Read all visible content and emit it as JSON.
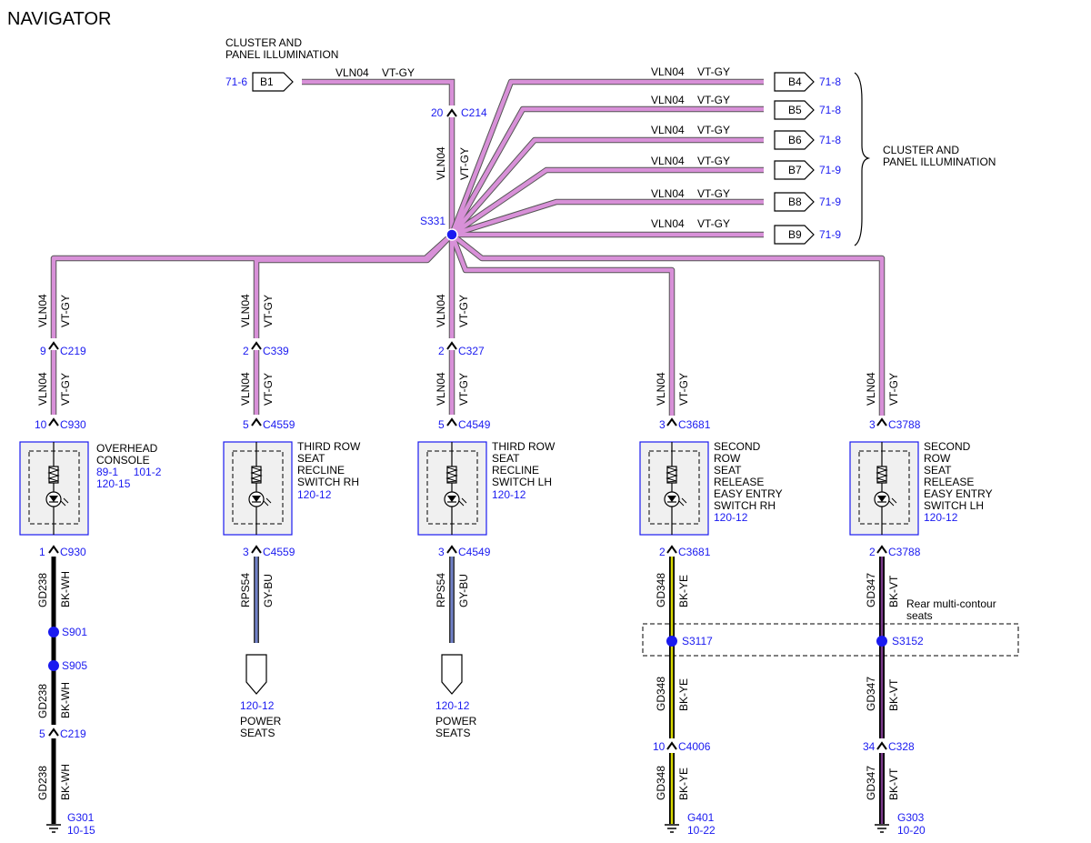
{
  "title": "NAVIGATOR",
  "top_input": {
    "page_ref": "71-6",
    "connector": "B1",
    "label_line1": "CLUSTER AND",
    "label_line2": "PANEL ILLUMINATION",
    "circuit": "VLN04",
    "color": "VT-GY"
  },
  "c214": {
    "pin": "20",
    "name": "C214",
    "circuit": "VLN04",
    "color": "VT-GY"
  },
  "splice_s331": "S331",
  "cluster_bracket_line1": "CLUSTER AND",
  "cluster_bracket_line2": "PANEL ILLUMINATION",
  "outputs": [
    {
      "connector": "B4",
      "page_ref": "71-8",
      "circuit": "VLN04",
      "color": "VT-GY"
    },
    {
      "connector": "B5",
      "page_ref": "71-8",
      "circuit": "VLN04",
      "color": "VT-GY"
    },
    {
      "connector": "B6",
      "page_ref": "71-8",
      "circuit": "VLN04",
      "color": "VT-GY"
    },
    {
      "connector": "B7",
      "page_ref": "71-9",
      "circuit": "VLN04",
      "color": "VT-GY"
    },
    {
      "connector": "B8",
      "page_ref": "71-9",
      "circuit": "VLN04",
      "color": "VT-GY"
    },
    {
      "connector": "B9",
      "page_ref": "71-9",
      "circuit": "VLN04",
      "color": "VT-GY"
    }
  ],
  "branches": [
    {
      "wire1": {
        "circuit": "VLN04",
        "color": "VT-GY"
      },
      "conn1": {
        "pin": "9",
        "name": "C219"
      },
      "wire2": {
        "circuit": "VLN04",
        "color": "VT-GY"
      },
      "conn2": {
        "pin": "10",
        "name": "C930"
      },
      "component": {
        "line1": "OVERHEAD",
        "line2": "CONSOLE",
        "line3": "",
        "line4": "",
        "line5": "",
        "ref1": "89-1     101-2",
        "ref2": "120-15"
      },
      "conn3": {
        "pin": "1",
        "name": "C930"
      },
      "wire3": {
        "circuit": "GD238",
        "color": "BK-WH"
      },
      "splice_a": "S901",
      "splice_b": "S905",
      "wire4": {
        "circuit": "GD238",
        "color": "BK-WH"
      },
      "conn4": {
        "pin": "5",
        "name": "C219"
      },
      "wire5": {
        "circuit": "GD238",
        "color": "BK-WH"
      },
      "ground": {
        "name": "G301",
        "page_ref": "10-15"
      }
    },
    {
      "wire1": {
        "circuit": "VLN04",
        "color": "VT-GY"
      },
      "conn1": {
        "pin": "2",
        "name": "C339"
      },
      "wire2": {
        "circuit": "VLN04",
        "color": "VT-GY"
      },
      "conn2": {
        "pin": "5",
        "name": "C4559"
      },
      "component": {
        "line1": "THIRD ROW",
        "line2": "SEAT",
        "line3": "RECLINE",
        "line4": "SWITCH RH",
        "line5": "",
        "ref1": "120-12",
        "ref2": ""
      },
      "conn3": {
        "pin": "3",
        "name": "C4559"
      },
      "wire3": {
        "circuit": "RPS54",
        "color": "GY-BU"
      },
      "offpage": {
        "page_ref": "120-12",
        "line1": "POWER",
        "line2": "SEATS"
      }
    },
    {
      "wire1": {
        "circuit": "VLN04",
        "color": "VT-GY"
      },
      "conn1": {
        "pin": "2",
        "name": "C327"
      },
      "wire2": {
        "circuit": "VLN04",
        "color": "VT-GY"
      },
      "conn2": {
        "pin": "5",
        "name": "C4549"
      },
      "component": {
        "line1": "THIRD ROW",
        "line2": "SEAT",
        "line3": "RECLINE",
        "line4": "SWITCH LH",
        "line5": "",
        "ref1": "120-12",
        "ref2": ""
      },
      "conn3": {
        "pin": "3",
        "name": "C4549"
      },
      "wire3": {
        "circuit": "RPS54",
        "color": "GY-BU"
      },
      "offpage": {
        "page_ref": "120-12",
        "line1": "POWER",
        "line2": "SEATS"
      }
    },
    {
      "wire1": {
        "circuit": "VLN04",
        "color": "VT-GY"
      },
      "conn2": {
        "pin": "3",
        "name": "C3681"
      },
      "component": {
        "line1": "SECOND",
        "line2": "ROW",
        "line3": "SEAT",
        "line4": "RELEASE",
        "line5": "EASY ENTRY",
        "line6": "SWITCH RH",
        "ref1": "120-12",
        "ref2": ""
      },
      "conn3": {
        "pin": "2",
        "name": "C3681"
      },
      "wire3": {
        "circuit": "GD348",
        "color": "BK-YE"
      },
      "splice_a": "S3117",
      "wire4": {
        "circuit": "GD348",
        "color": "BK-YE"
      },
      "conn4": {
        "pin": "10",
        "name": "C4006"
      },
      "wire5": {
        "circuit": "GD348",
        "color": "BK-YE"
      },
      "ground": {
        "name": "G401",
        "page_ref": "10-22"
      }
    },
    {
      "wire1": {
        "circuit": "VLN04",
        "color": "VT-GY"
      },
      "conn2": {
        "pin": "3",
        "name": "C3788"
      },
      "component": {
        "line1": "SECOND",
        "line2": "ROW",
        "line3": "SEAT",
        "line4": "RELEASE",
        "line5": "EASY ENTRY",
        "line6": "SWITCH LH",
        "ref1": "120-12",
        "ref2": ""
      },
      "conn3": {
        "pin": "2",
        "name": "C3788"
      },
      "wire3": {
        "circuit": "GD347",
        "color": "BK-VT"
      },
      "splice_a": "S3152",
      "wire4": {
        "circuit": "GD347",
        "color": "BK-VT"
      },
      "conn4": {
        "pin": "34",
        "name": "C328"
      },
      "wire5": {
        "circuit": "GD347",
        "color": "BK-VT"
      },
      "ground": {
        "name": "G303",
        "page_ref": "10-20"
      }
    }
  ],
  "option_box_line1": "Rear multi-contour",
  "option_box_line2": "seats",
  "colors": {
    "violet_gray": "#d890d8",
    "black_white": "#000000",
    "gray_blue": "#7080c8",
    "black_yellow": "#d8d800",
    "black_violet": "#7a3a8a",
    "reference_blue": "#1a1af0",
    "component_fill": "#f0f0f0"
  }
}
